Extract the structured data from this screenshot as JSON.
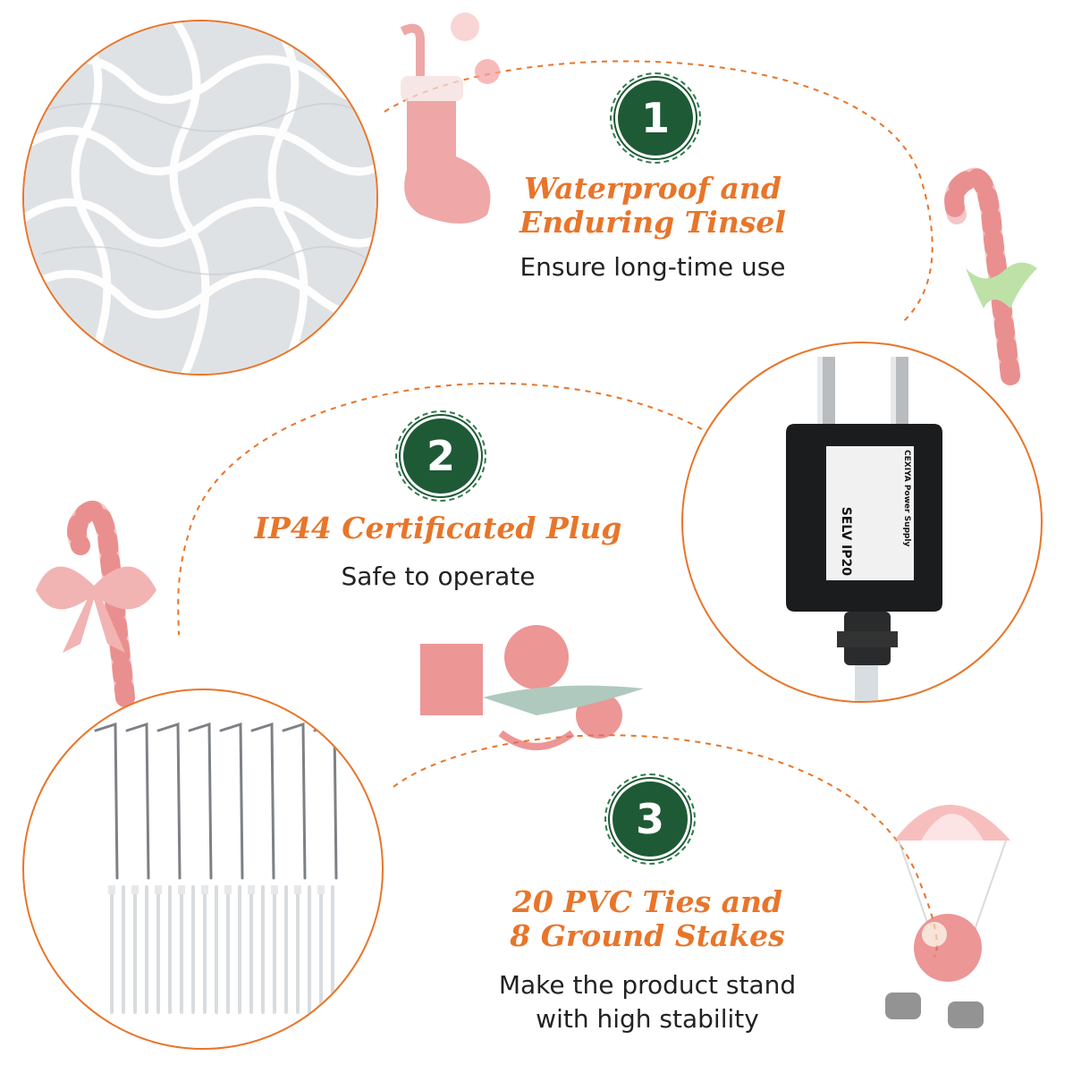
{
  "colors": {
    "accent": "#e8752a",
    "badge": "#1e5a36",
    "text": "#222222"
  },
  "features": [
    {
      "number": "1",
      "title_line1": "Waterproof and",
      "title_line2": "Enduring Tinsel",
      "desc_line1": "Ensure long-time use",
      "desc_line2": ""
    },
    {
      "number": "2",
      "title_line1": "IP44 Certificated Plug",
      "title_line2": "",
      "desc_line1": "Safe to operate",
      "desc_line2": ""
    },
    {
      "number": "3",
      "title_line1": "20 PVC Ties and",
      "title_line2": "8 Ground Stakes",
      "desc_line1": "Make the product stand",
      "desc_line2": "with high stability"
    }
  ],
  "plug_label": {
    "brand": "CEXIYA",
    "line1": "Power Supply",
    "line2": "SELV IP20"
  }
}
